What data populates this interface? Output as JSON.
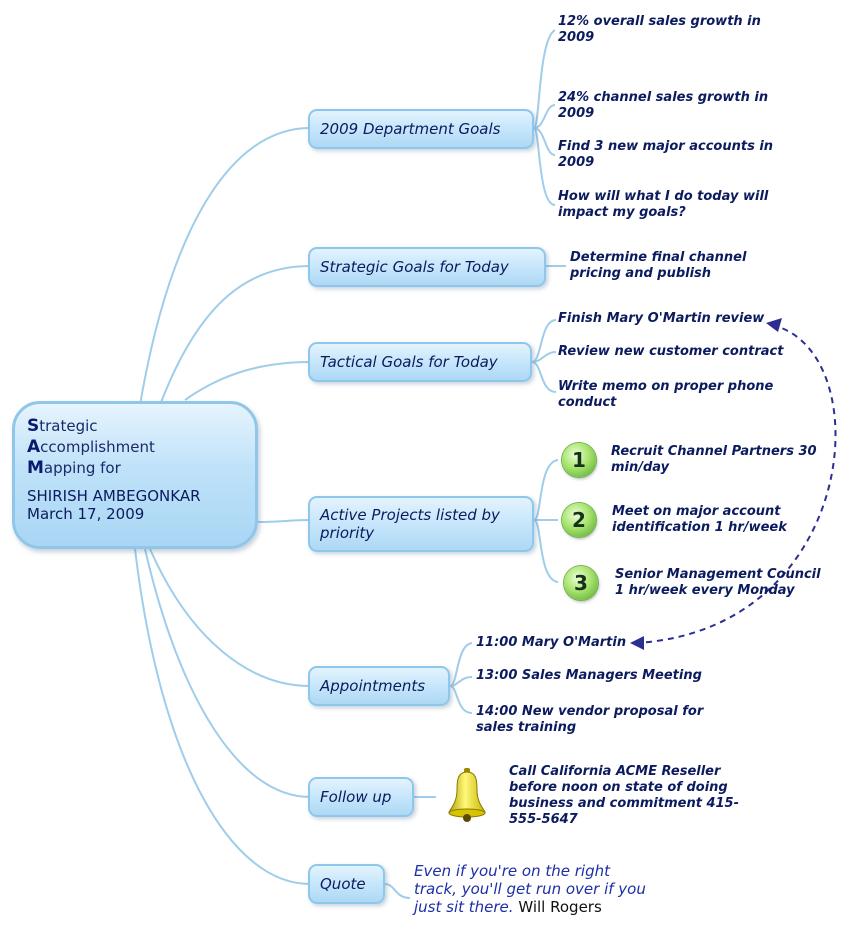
{
  "central": {
    "line1_initial": "S",
    "line1_rest": "trategic",
    "line2_initial": "A",
    "line2_rest": "ccomplishment",
    "line3_initial": "M",
    "line3_rest": "apping for",
    "name": "SHIRISH AMBEGONKAR",
    "date": "March 17, 2009"
  },
  "topics": {
    "dept_goals": "2009 Department Goals",
    "strategic_goals": "Strategic Goals for Today",
    "tactical_goals": "Tactical Goals for Today",
    "active_projects": "Active Projects listed by priority",
    "appointments": "Appointments",
    "follow_up": "Follow up",
    "quote": "Quote"
  },
  "dept_goals_items": [
    "12% overall sales growth in 2009",
    "24% channel sales growth in 2009",
    "Find 3 new major accounts in 2009",
    "How will what I do today will impact my goals?"
  ],
  "strategic_items": [
    "Determine final channel pricing and publish"
  ],
  "tactical_items": [
    "Finish Mary O'Martin review",
    "Review new customer contract",
    "Write memo on proper phone conduct"
  ],
  "projects": [
    {
      "rank": "1",
      "text": "Recruit Channel Partners 30 min/day"
    },
    {
      "rank": "2",
      "text": "Meet on major account identification 1 hr/week"
    },
    {
      "rank": "3",
      "text": "Senior Management Council 1 hr/week every Monday"
    }
  ],
  "appointments_items": [
    "11:00 Mary O'Martin",
    "13:00 Sales Managers Meeting",
    "14:00 New vendor proposal for sales training"
  ],
  "follow_up_item": "Call California ACME Reseller before noon on state of doing business and commitment 415-555-5647",
  "follow_up_icon": "bell-icon",
  "quote": {
    "text": "Even if you're on the right track, you'll get run over if you just sit there.",
    "author": "Will Rogers"
  },
  "colors": {
    "topic_border": "#8ec7ec",
    "connector": "#9fcdea",
    "text": "#0b1b5e",
    "quote_text": "#1c2fa8",
    "arrow": "#2b2f8f"
  }
}
